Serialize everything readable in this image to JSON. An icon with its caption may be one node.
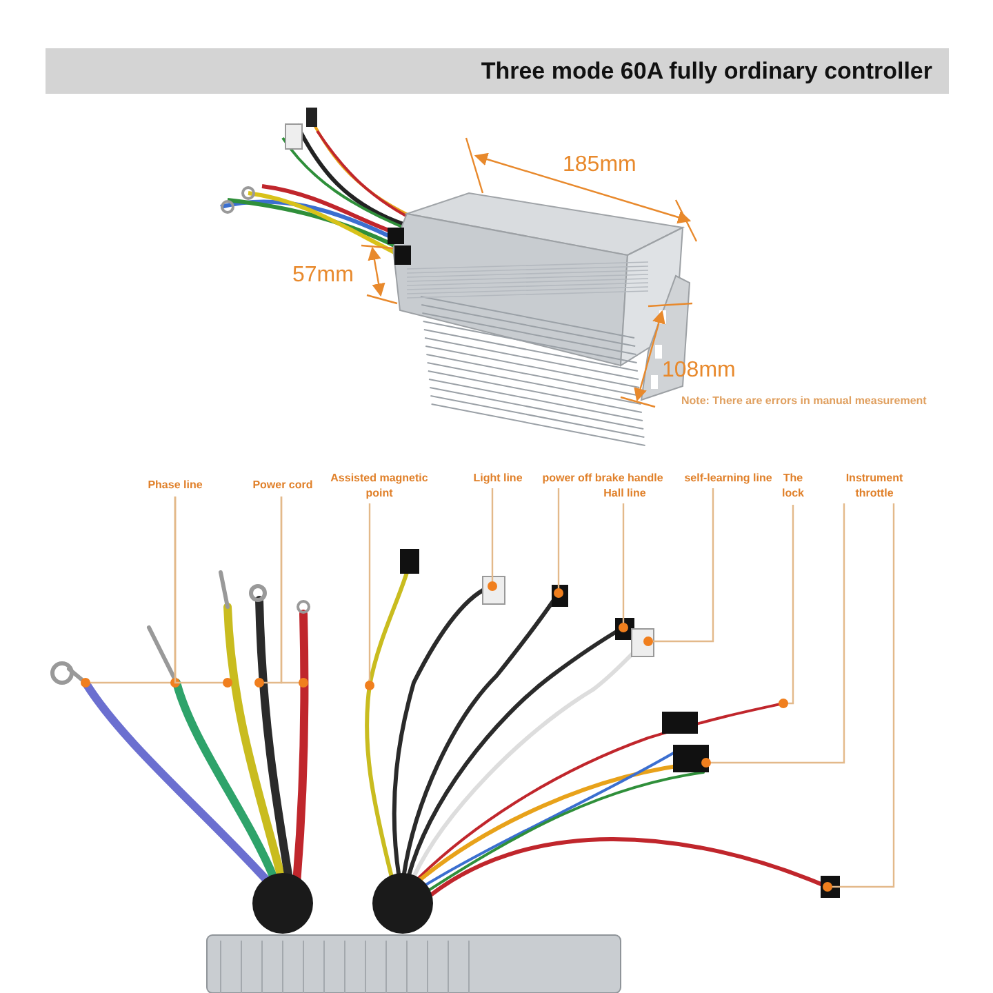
{
  "diagram": {
    "title": "Three mode 60A fully ordinary controller",
    "nodes": [
      {
        "text": [
          "Phase line"
        ]
      },
      {
        "text": [
          "Power cord"
        ]
      },
      {
        "text": [
          "Assisted magnetic point"
        ]
      },
      {
        "text": [
          "Light line"
        ]
      },
      {
        "text": [
          "power off brake handle"
        ]
      },
      {
        "text": [
          "self-learning line"
        ]
      },
      {
        "text": [
          "Hall line"
        ]
      },
      {
        "text": [
          "The lock"
        ]
      },
      {
        "text": [
          "Instrument"
        ]
      },
      {
        "text": [
          "throttle"
        ]
      }
    ],
    "edges": [
      {
        "from": 0,
        "to": null,
        "arrow": "none"
      },
      {
        "from": 0,
        "to": null,
        "arrow": "none"
      },
      {
        "from": 0,
        "to": null,
        "arrow": "none"
      },
      {
        "from": 1,
        "to": null,
        "arrow": "none"
      },
      {
        "from": 1,
        "to": null,
        "arrow": "none"
      },
      {
        "from": 2,
        "to": null,
        "arrow": "none"
      },
      {
        "from": 3,
        "to": null,
        "arrow": "none"
      },
      {
        "from": 4,
        "to": null,
        "arrow": "none"
      },
      {
        "from": 6,
        "to": null,
        "arrow": "none"
      },
      {
        "from": 5,
        "to": null,
        "arrow": "none"
      },
      {
        "from": 7,
        "to": null,
        "arrow": "none"
      },
      {
        "from": 8,
        "to": null,
        "arrow": "none"
      },
      {
        "from": 9,
        "to": null,
        "arrow": "none"
      }
    ],
    "labels": [
      "185mm",
      "57mm",
      "108mm",
      "Note: There are errors in manual measurement"
    ]
  }
}
